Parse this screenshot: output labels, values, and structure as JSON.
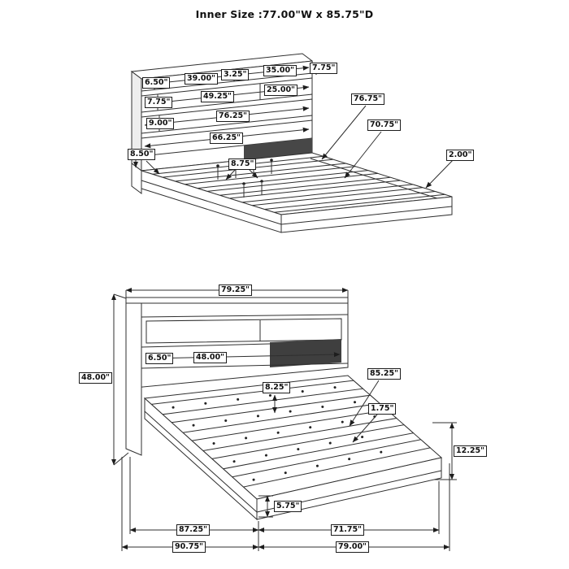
{
  "title": "Inner Size :77.00\"W x 85.75\"D",
  "colors": {
    "line": "#2f2f2f",
    "label_border": "#1d1d1d",
    "shade_fill": "#3f3f3f",
    "background": "#ffffff"
  },
  "top_view": {
    "dims": {
      "shelf_col1": "6.50\"",
      "shelf_col2": "39.00\"",
      "shelf_col3": "3.25\"",
      "shelf_col4": "35.00\"",
      "headboard_depth": "7.75\"",
      "row2_left": "7.75\"",
      "row2_mid": "49.25\"",
      "row2_right": "25.00\"",
      "row3_left": "9.00\"",
      "row3_mid": "76.25\"",
      "row4_mid": "66.25\"",
      "rail_height": "8.50\"",
      "slat_spacing": "8.75\"",
      "inner_length": "76.75\"",
      "slat_length": "70.75\"",
      "slat_width": "2.00\""
    }
  },
  "bottom_view": {
    "dims": {
      "overall_width": "79.25\"",
      "overall_height": "48.00\"",
      "shelf_side": "6.50\"",
      "shelf_opening": "48.00\"",
      "headboard_to_slat": "8.25\"",
      "inner_depth": "85.25\"",
      "slat_thickness": "1.75\"",
      "platform_height": "12.25\"",
      "base_height": "5.75\"",
      "platform_depth": "87.25\"",
      "slat_area_depth": "71.75\"",
      "overall_depth": "90.75\"",
      "footboard_depth": "79.00\""
    }
  }
}
